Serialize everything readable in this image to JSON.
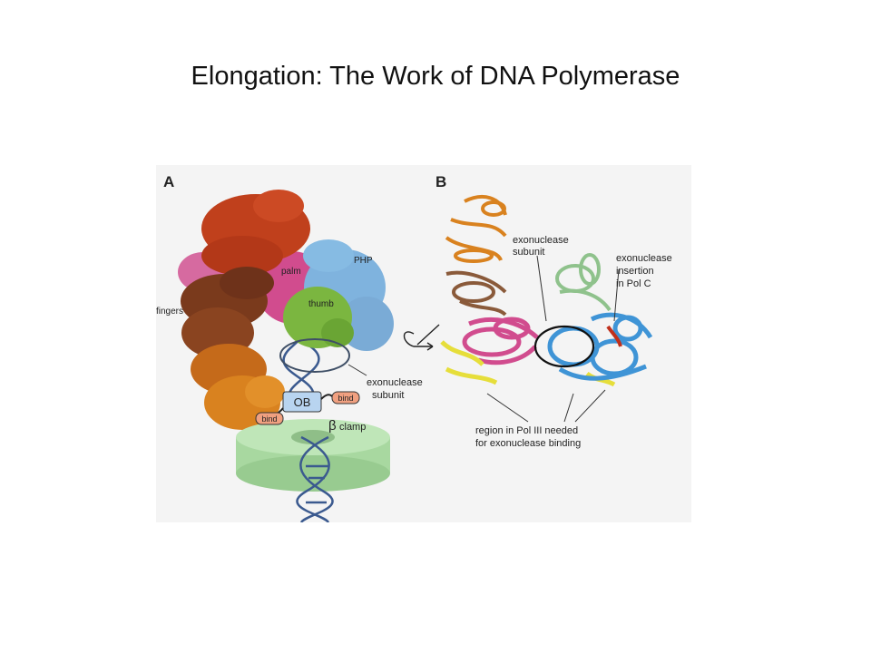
{
  "slide": {
    "title": "Elongation: The Work of DNA Polymerase"
  },
  "figure": {
    "panel_a": {
      "letter": "A",
      "labels": {
        "fingers": "fingers",
        "palm": "palm",
        "php": "PHP",
        "thumb": "thumb",
        "exonuclease_line1": "exonuclease",
        "exonuclease_line2": "subunit",
        "ob": "OB",
        "bind_left": "bind",
        "bind_right": "bind",
        "clamp_symbol": "β",
        "clamp": "clamp"
      }
    },
    "panel_b": {
      "letter": "B",
      "labels": {
        "exo_sub_line1": "exonuclease",
        "exo_sub_line2": "subunit",
        "exo_ins_line1": "exonuclease",
        "exo_ins_line2": "insertion",
        "exo_ins_line3": "in Pol C",
        "region_line1": "region in Pol III needed",
        "region_line2": "for exonuclease binding"
      }
    },
    "colors": {
      "red_domain": "#c0401c",
      "brown_domain": "#7a3a1c",
      "orange_domain": "#d9821f",
      "magenta_domain": "#d14c8e",
      "blue_domain": "#7fb3de",
      "green_domain": "#7bb640",
      "clamp": "#a8d8a0",
      "dna": "#3b5a8f",
      "yellow_helix": "#e6de3a",
      "ribbon_blue": "#3f94d6",
      "ribbon_green": "#8fc28c"
    }
  }
}
